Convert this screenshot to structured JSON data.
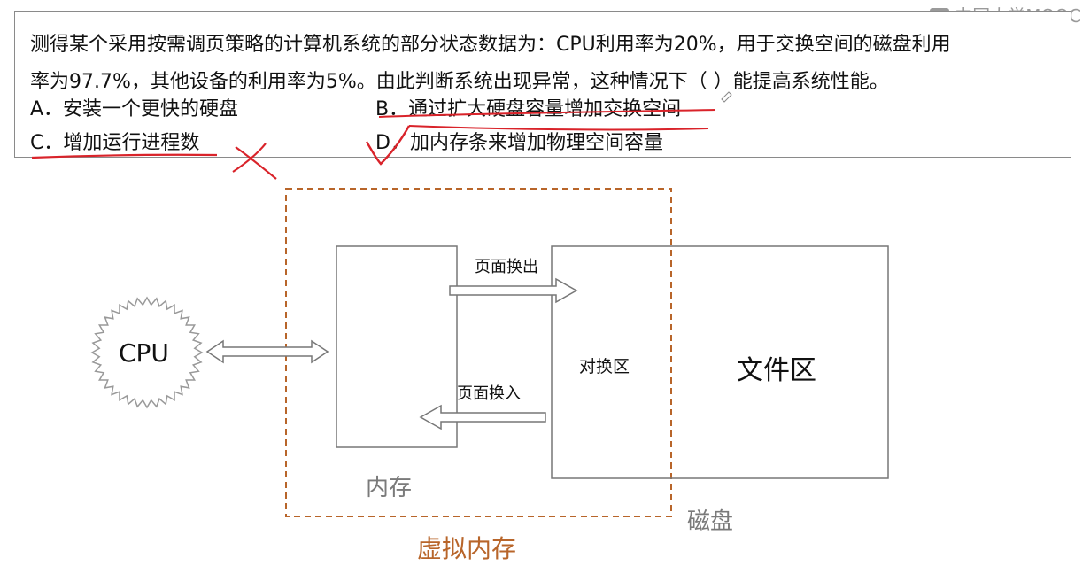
{
  "watermark": {
    "text": "中国大学MOOC",
    "icon": "mooc-logo-icon"
  },
  "question": {
    "line1": "测得某个采用按需调页策略的计算机系统的部分状态数据为：CPU利用率为20%，用于交换空间的磁盘利用",
    "line2": "率为97.7%，其他设备的利用率为5%。由此判断系统出现异常，这种情况下（   ）能提高系统性能。",
    "options": {
      "a": "A．安装一个更快的硬盘",
      "b": "B．通过扩大硬盘容量增加交换空间",
      "c": "C．增加运行进程数",
      "d": "D．加内存条来增加物理空间容量"
    },
    "marks": {
      "c": "cross-mark-icon",
      "d": "check-mark-icon"
    }
  },
  "diagram": {
    "cpu": "CPU",
    "memory_label": "内存",
    "swap_out": "页面换出",
    "swap_in": "页面换入",
    "swap_area": "对换区",
    "file_area": "文件区",
    "disk_label": "磁盘",
    "virtual_memory_label": "虚拟内存",
    "colors": {
      "virtual_memory": "#b8652a",
      "annotation": "#d9232a",
      "box": "#777777"
    }
  }
}
